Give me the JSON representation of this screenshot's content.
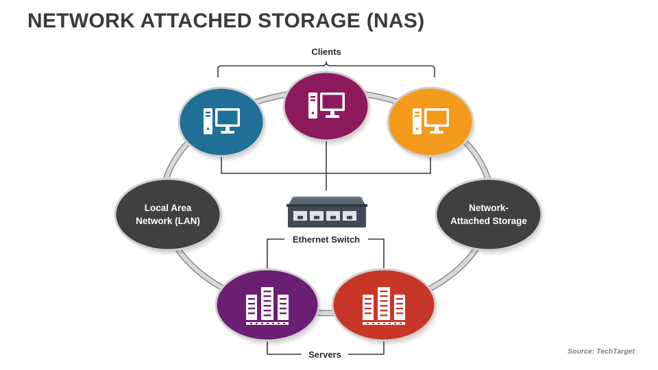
{
  "title": "NETWORK ATTACHED STORAGE (NAS)",
  "source": "Source: TechTarget",
  "labels": {
    "clients": "Clients",
    "ethernet_switch": "Ethernet Switch",
    "servers": "Servers"
  },
  "nodes": {
    "lan": {
      "line1": "Local Area",
      "line2": "Network (LAN)"
    },
    "nas": {
      "line1": "Network-",
      "line2": "Attached Storage"
    }
  },
  "colors": {
    "client_blue": "#1f6f96",
    "client_magenta": "#8e1a5e",
    "client_orange": "#f39a1c",
    "server_purple": "#6b1f73",
    "server_red": "#c8362a",
    "node_dark": "#404040",
    "ring": "#c8c8c8",
    "switch": "#3f4a55"
  },
  "icons": {
    "clients": "desktop-computer-icon",
    "servers": "server-rack-icon",
    "switch": "ethernet-switch-icon"
  }
}
